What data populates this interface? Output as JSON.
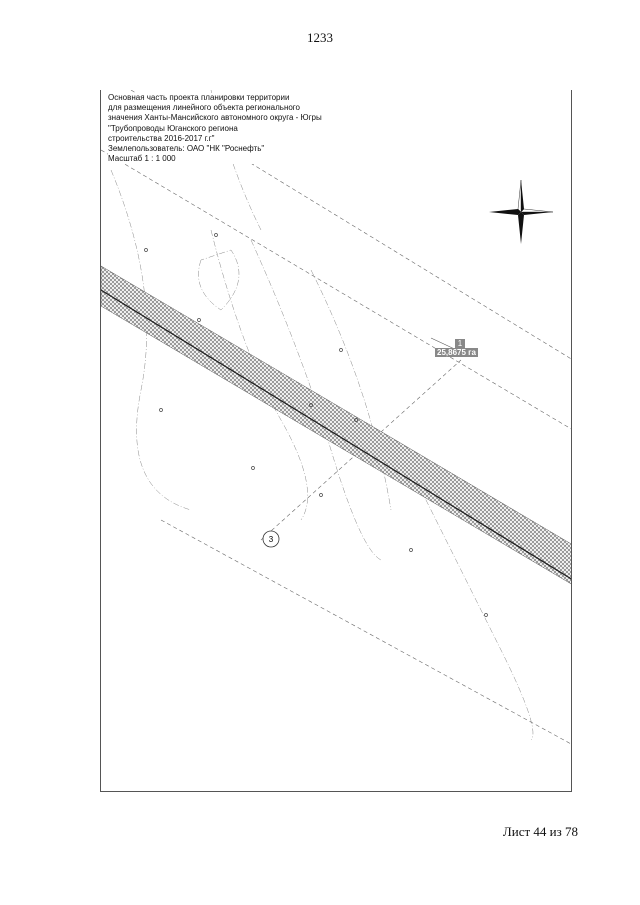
{
  "page_number": "1233",
  "title_lines": [
    "Основная часть проекта планировки территории",
    "для размещения линейного объекта регионального",
    "значения Ханты-Мансийского автономного округа - Югры",
    "\"Трубопроводы Юганского региона",
    "строительства 2016-2017 г.г\"",
    "Землепользователь: ОАО \"НК \"Роснефть\"",
    "Масштаб 1 : 1 000"
  ],
  "plot": {
    "number": "1",
    "area": "25,8675 га"
  },
  "marker": {
    "label": "3"
  },
  "compass": {
    "icon": "compass-rose-icon"
  },
  "footer": "Лист 44 из 78",
  "colors": {
    "hatch": "#777777",
    "line": "#222222",
    "area_label_bg": "#888888"
  }
}
